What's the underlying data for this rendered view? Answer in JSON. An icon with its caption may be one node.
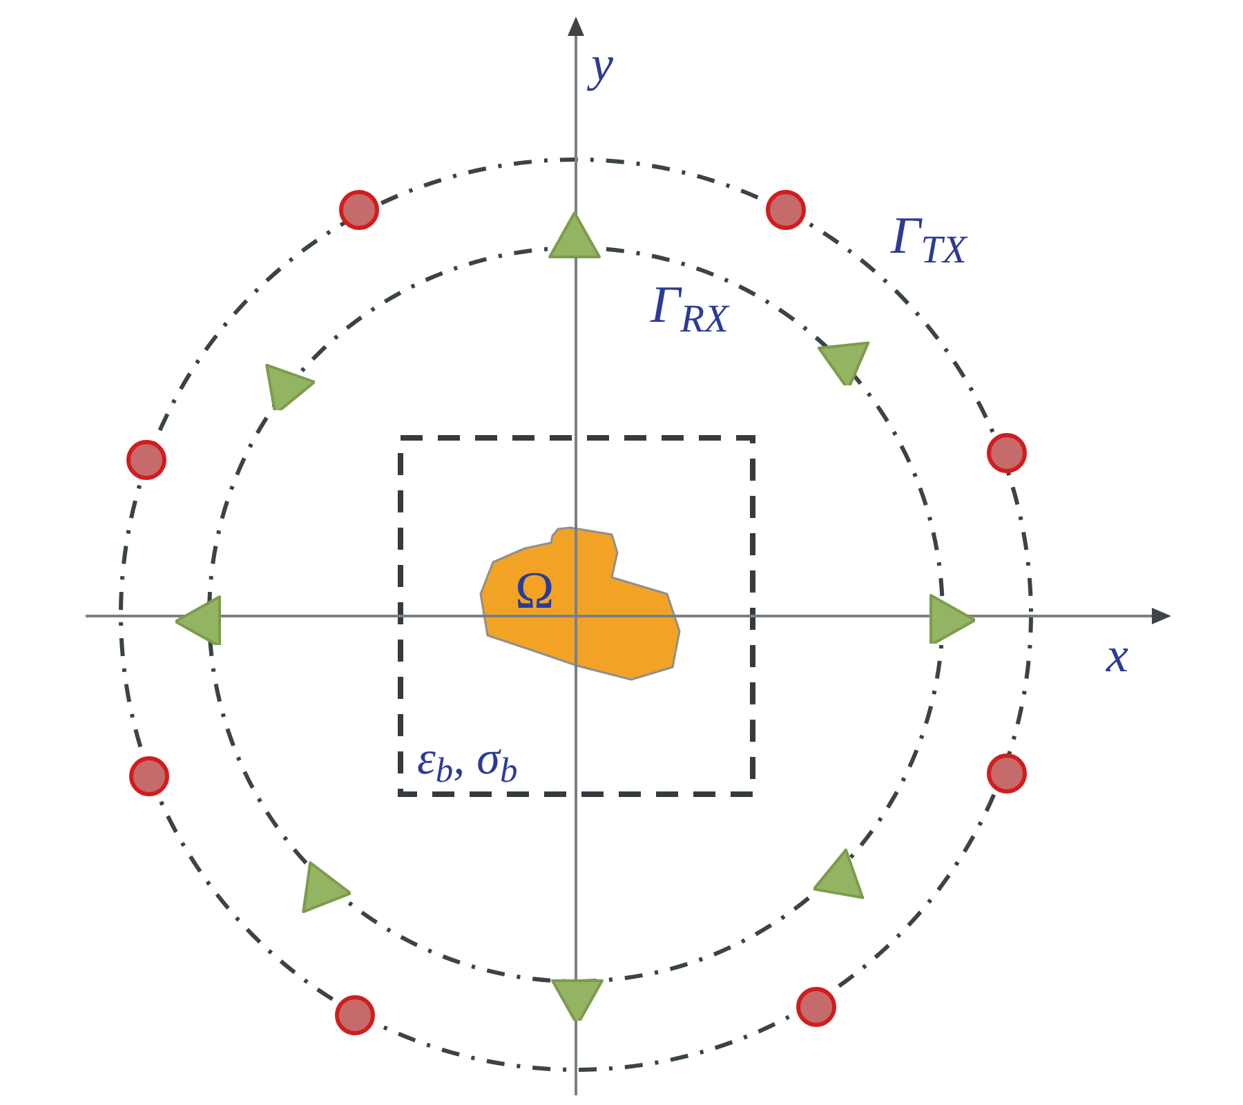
{
  "diagram": {
    "nodes": [
      {
        "text": [
          "Γ$_{TX}$"
        ]
      },
      {
        "text": [
          "Γ$_{RX}$"
        ],
        "in": 0
      },
      {
        "text": [
          "ε$_{b}$, σ$_{b}$"
        ],
        "in": 1
      },
      {
        "text": [
          "Ω"
        ],
        "in": 2
      },
      {
        "text": [],
        "shape": "circle"
      },
      {
        "text": [],
        "shape": "circle"
      },
      {
        "text": [],
        "shape": "circle"
      },
      {
        "text": [],
        "shape": "circle"
      },
      {
        "text": [],
        "shape": "circle"
      },
      {
        "text": [],
        "shape": "circle"
      },
      {
        "text": [],
        "shape": "circle"
      },
      {
        "text": [],
        "shape": "circle"
      },
      {
        "text": [],
        "shape": "triangle",
        "in": 0
      },
      {
        "text": [],
        "shape": "triangle",
        "in": 1
      },
      {
        "text": [],
        "shape": "triangle",
        "in": 1
      },
      {
        "text": [],
        "shape": "triangle",
        "in": 0
      },
      {
        "text": [],
        "shape": "triangle",
        "in": 0
      },
      {
        "text": [],
        "shape": "triangle",
        "in": 1
      },
      {
        "text": [],
        "shape": "triangle",
        "in": 1
      },
      {
        "text": [],
        "shape": "triangle",
        "in": 0
      }
    ],
    "labels": [
      "y",
      "x"
    ]
  }
}
